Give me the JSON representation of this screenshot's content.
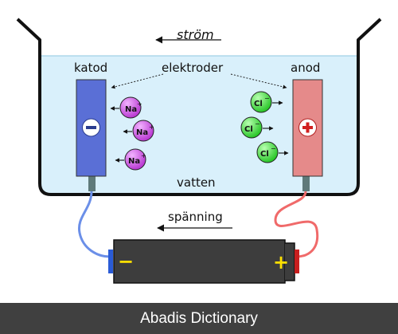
{
  "labels": {
    "current": "ström",
    "cathode": "katod",
    "electrodes": "elektroder",
    "anode": "anod",
    "water": "vatten",
    "voltage": "spänning",
    "minus": "−",
    "plus": "+"
  },
  "ions": {
    "sodium": "Na",
    "sodium_charge": "+",
    "chloride": "Cl",
    "chloride_charge": "−"
  },
  "footer": {
    "watermark": "Abadis Dictionary"
  },
  "colors": {
    "water": "#d9f0fb",
    "cathode": "#5a6fd6",
    "anode": "#e58a8a",
    "sodium_ion": "#c24fd9",
    "chloride_ion": "#2fd62f",
    "battery": "#3d3d3d",
    "battery_sign": "#ffe000",
    "negative_wire": "#6b8fe8",
    "positive_wire": "#f06a6a",
    "footer_bg": "#404040"
  }
}
